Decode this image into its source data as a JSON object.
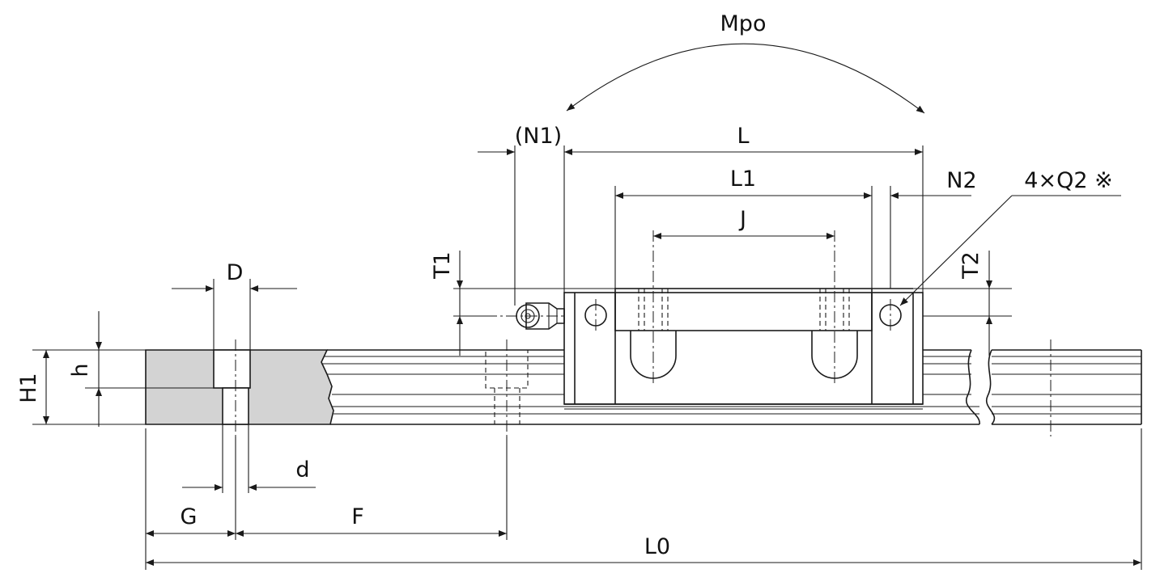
{
  "labels": {
    "mpo": "Mpo",
    "n1": "(N1)",
    "l": "L",
    "l1": "L1",
    "n2": "N2",
    "q2": "4×Q2 ※",
    "j": "J",
    "t1": "T1",
    "t2": "T2",
    "d_upper": "D",
    "h": "h",
    "h1": "H1",
    "d_lower": "d",
    "g": "G",
    "f": "F",
    "l0": "L0"
  },
  "colors": {
    "line": "#1a1a1a",
    "section_fill": "#d3d3d3",
    "background": "#ffffff"
  }
}
